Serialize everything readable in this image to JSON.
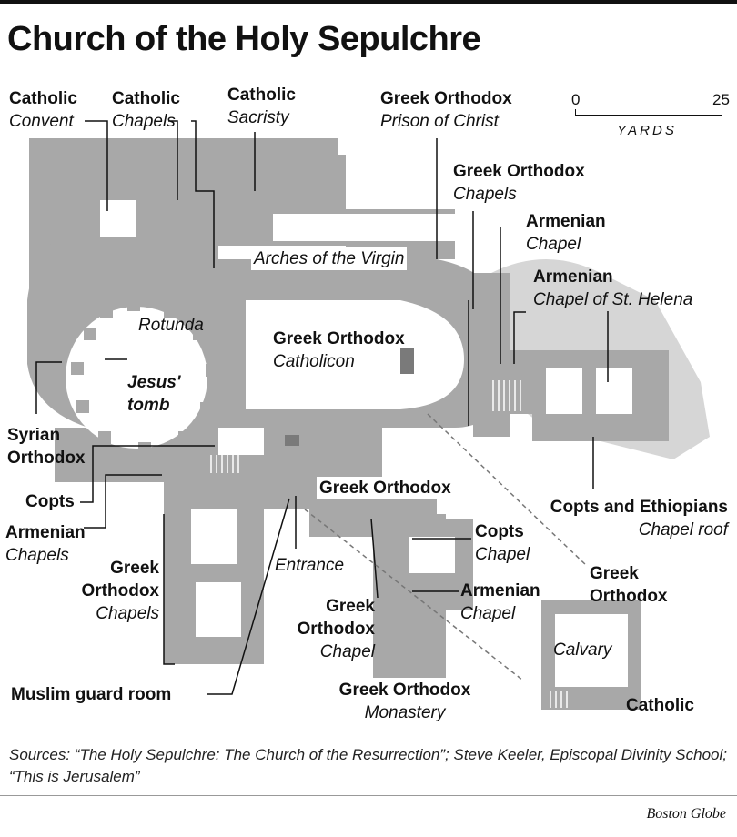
{
  "title": "Church of the Holy Sepulchre",
  "scale": {
    "min": "0",
    "max": "25",
    "unit": "YARDS"
  },
  "labels": {
    "catholic_convent": {
      "group": "Catholic",
      "place": "Convent"
    },
    "catholic_chapels": {
      "group": "Catholic",
      "place": "Chapels"
    },
    "catholic_sacristy": {
      "group": "Catholic",
      "place": "Sacristy"
    },
    "go_prison": {
      "group": "Greek Orthodox",
      "place": "Prison of Christ"
    },
    "go_chapels_top": {
      "group": "Greek Orthodox",
      "place": "Chapels"
    },
    "armenian_chapel_top": {
      "group": "Armenian",
      "place": "Chapel"
    },
    "armenian_helena": {
      "group": "Armenian",
      "place": "Chapel of St. Helena"
    },
    "arches": "Arches of the Virgin",
    "rotunda": "Rotunda",
    "go_catholicon": {
      "group": "Greek Orthodox",
      "place": "Catholicon"
    },
    "jesus_tomb": "Jesus' tomb",
    "syrian": "Syrian Orthodox",
    "copts_left": "Copts",
    "armenian_chapels_left": {
      "group": "Armenian",
      "place": "Chapels"
    },
    "go_chapels_left": {
      "group": "Greek Orthodox",
      "place": "Chapels"
    },
    "muslim_guard": "Muslim guard room",
    "entrance": "Entrance",
    "go_center": "Greek Orthodox",
    "go_chapel_center": {
      "group": "Greek Orthodox",
      "place": "Chapel"
    },
    "go_monastery": {
      "group": "Greek Orthodox",
      "place": "Monastery"
    },
    "copts_chapel": {
      "group": "Copts",
      "place": "Chapel"
    },
    "armenian_chapel_center": {
      "group": "Armenian",
      "place": "Chapel"
    },
    "copts_ethiopians": {
      "group": "Copts and Ethiopians",
      "place": "Chapel roof"
    },
    "go_right": "Greek Orthodox",
    "calvary": "Calvary",
    "catholic_bottom": "Catholic"
  },
  "sources": "Sources: “The Holy Sepulchre: The Church of the Resurrection”; Steve Keeler, Episcopal Divinity School; “This is Jerusalem”",
  "credit": "Boston Globe",
  "colors": {
    "plan": "#a8a8a8",
    "roof": "#d6d6d6",
    "detail": "#7a7a7a",
    "ink": "#111111"
  }
}
